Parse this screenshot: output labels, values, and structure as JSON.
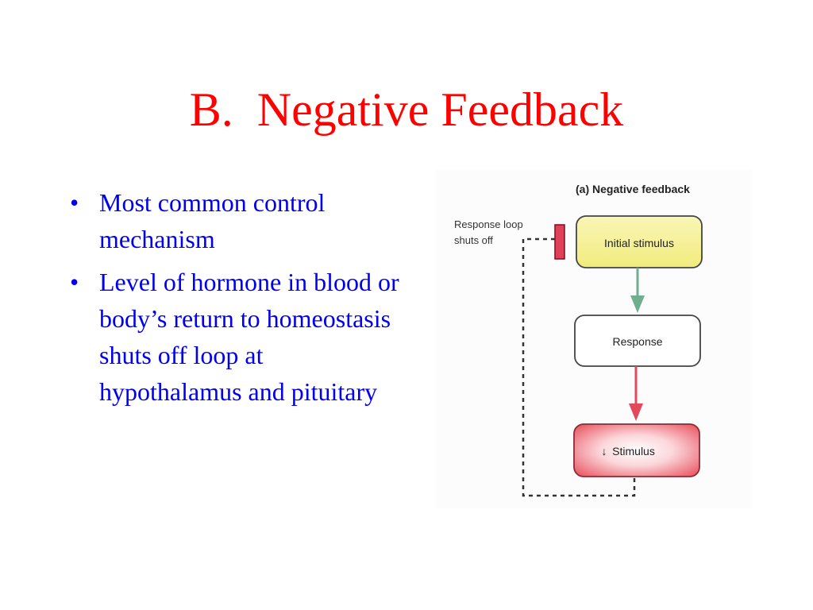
{
  "slide": {
    "title": "B.  Negative Feedback",
    "bullets": [
      {
        "text": "Most common control mechanism"
      },
      {
        "text": "Level of hormone in blood or body’s return to homeostasis shuts off loop at hypothalamus and pituitary"
      }
    ],
    "bullet_symbol": "•"
  },
  "figure": {
    "heading": "(a) Negative feedback",
    "loop_label_line1": "Response loop",
    "loop_label_line2": "shuts off",
    "box_initial": "Initial stimulus",
    "box_response": "Response",
    "box_stimulus_arrow": "↓",
    "box_stimulus": "Stimulus"
  },
  "colors": {
    "title": "#ff0000",
    "bullet_text": "#0000ee",
    "initial_fill": "#f6f28a",
    "stop_bar": "#e0405a",
    "green_arrow": "#6fae8f",
    "red_arrow": "#e24a5c",
    "stimulus_fill": "#ef6f78"
  }
}
